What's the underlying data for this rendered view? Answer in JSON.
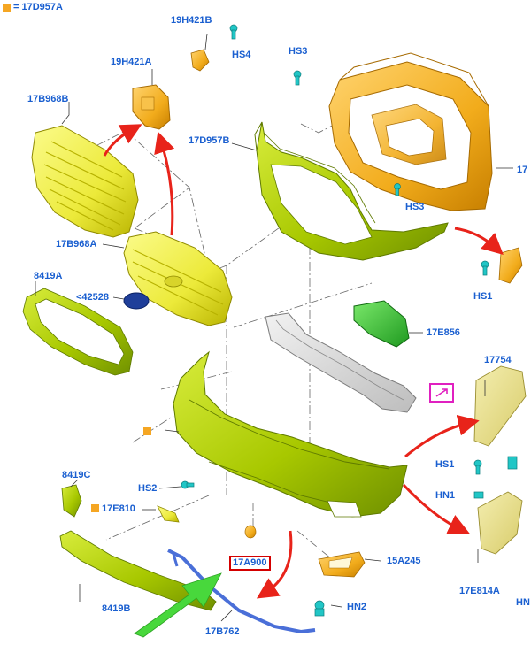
{
  "legend": {
    "symbol": "■",
    "text": "= 17D957A",
    "color": "#f5a623"
  },
  "labels": {
    "h19h421b": "19H421B",
    "hs4": "HS4",
    "h19h421a": "19H421A",
    "hs3_top": "HS3",
    "b17b968b": "17B968B",
    "d17d957b": "17D957B",
    "r17_cut": "17",
    "hs3_mid": "HS3",
    "b17b968a": "17B968A",
    "p8419a": "8419A",
    "p42528": "<42528",
    "hs1_top": "HS1",
    "e17e856": "17E856",
    "p17754": "17754",
    "hs1_mid": "HS1",
    "hn1": "HN1",
    "p8419c": "8419C",
    "hs2": "HS2",
    "e17e810": "17E810",
    "a17a900": "17A900",
    "a15a245": "15A245",
    "e17e814a": "17E814A",
    "hn_cut": "HN",
    "p8419b": "8419B",
    "hn2": "HN2",
    "b17b762": "17B762"
  },
  "colors": {
    "label": "#1a5fd0",
    "lime": "#b6d400",
    "yellow": "#f0ef3a",
    "orange": "#f5b320",
    "green": "#3ccc3a",
    "grey": "#d9d9d9",
    "blue": "#4a6fd8",
    "red": "#e8231a",
    "callout": "#e020c0",
    "teal": "#21c6c6"
  },
  "icons": {
    "callout_box": "arrow-callout-icon",
    "fasteners": "teal-screw-icon"
  }
}
